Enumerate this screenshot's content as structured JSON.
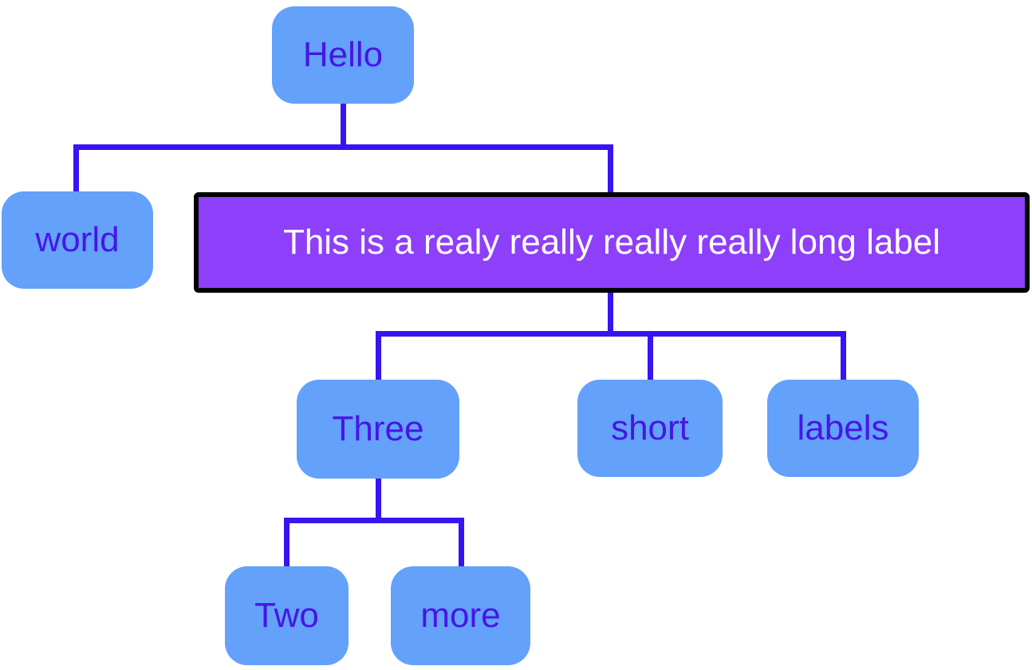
{
  "diagram": {
    "type": "tree",
    "colors": {
      "node_fill": "#63a1fb",
      "node_text": "#4716e4",
      "edge": "#3a13f1",
      "highlight_fill": "#8e3ffa",
      "highlight_border": "#000000",
      "highlight_text": "#ffffff"
    },
    "nodes": {
      "hello": {
        "label": "Hello"
      },
      "world": {
        "label": "world"
      },
      "long": {
        "label": "This is a realy really really really long label",
        "highlighted": true
      },
      "three": {
        "label": "Three"
      },
      "short": {
        "label": "short"
      },
      "labels": {
        "label": "labels"
      },
      "two": {
        "label": "Two"
      },
      "more": {
        "label": "more"
      }
    },
    "hierarchy": {
      "label": "Hello",
      "children": [
        {
          "label": "world",
          "children": []
        },
        {
          "label": "This is a realy really really really long label",
          "children": [
            {
              "label": "Three",
              "children": [
                {
                  "label": "Two",
                  "children": []
                },
                {
                  "label": "more",
                  "children": []
                }
              ]
            },
            {
              "label": "short",
              "children": []
            },
            {
              "label": "labels",
              "children": []
            }
          ]
        }
      ]
    }
  }
}
